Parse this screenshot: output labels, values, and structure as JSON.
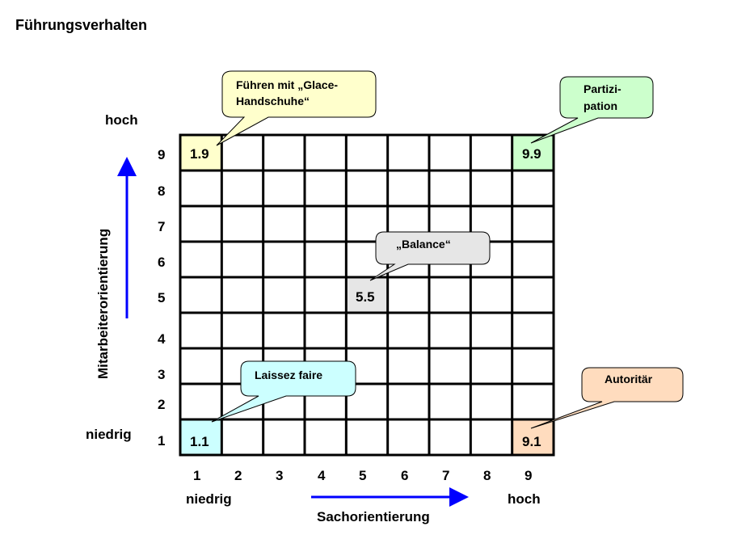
{
  "title": "Führungsverhalten",
  "y_axis": {
    "label": "Mitarbeiterorientierung",
    "high": "hoch",
    "low": "niedrig",
    "ticks": [
      "1",
      "2",
      "3",
      "4",
      "5",
      "6",
      "7",
      "8",
      "9"
    ]
  },
  "x_axis": {
    "label": "Sachorientierung",
    "high": "hoch",
    "low": "niedrig",
    "ticks": [
      "1",
      "2",
      "3",
      "4",
      "5",
      "6",
      "7",
      "8",
      "9"
    ]
  },
  "cells": {
    "c19": {
      "label": "1.9",
      "color": "#ffffcc"
    },
    "c99": {
      "label": "9.9",
      "color": "#ccffcc"
    },
    "c55": {
      "label": "5.5",
      "color": "#e6e6e6"
    },
    "c11": {
      "label": "1.1",
      "color": "#ccffff"
    },
    "c91": {
      "label": "9.1",
      "color": "#ffdcbe"
    }
  },
  "callouts": {
    "glace": {
      "line1": "Führen mit „Glace-",
      "line2": "Handschuhe“"
    },
    "partizipation": {
      "line1": "Partizi-",
      "line2": "pation"
    },
    "balance": {
      "text": "„Balance“"
    },
    "laissez": {
      "text": "Laissez faire"
    },
    "autoritaer": {
      "text": "Autoritär"
    }
  },
  "arrow_color": "#0000ff"
}
